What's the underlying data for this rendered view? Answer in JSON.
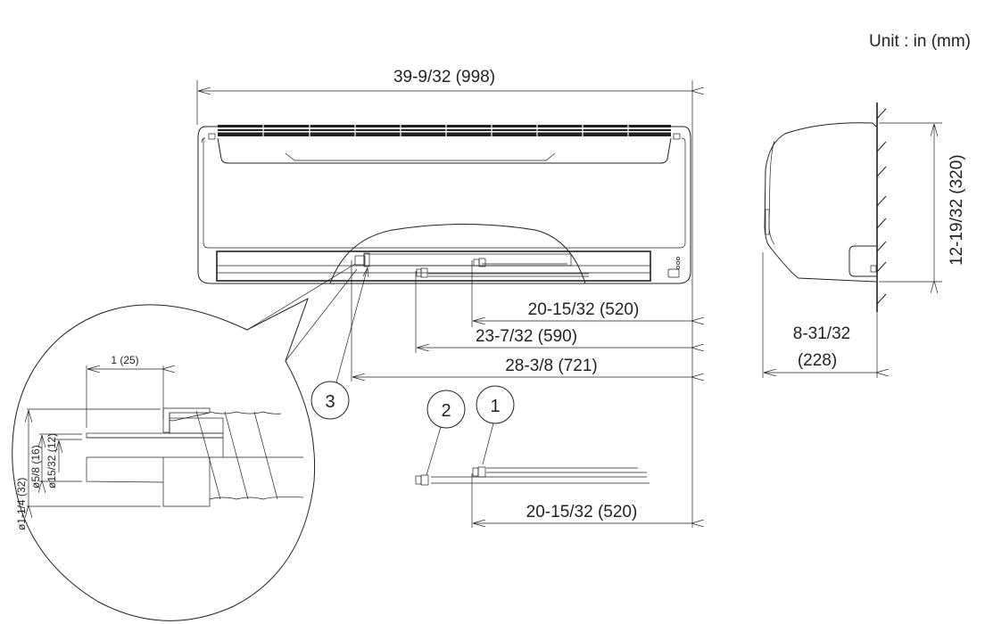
{
  "unit_label": "Unit : in (mm)",
  "front_view": {
    "overall_width": "39-9/32 (998)",
    "pipe_dims": [
      "20-15/32 (520)",
      "23-7/32 (590)",
      "28-3/8 (721)"
    ]
  },
  "side_view": {
    "height": "12-19/32 (320)",
    "depth_line1": "8-31/32",
    "depth_line2": "(228)"
  },
  "detail_view": {
    "length": "1 (25)",
    "dia_outer": "ø1-1/4 (32)",
    "dia_mid": "ø5/8 (16)",
    "dia_inner": "ø15/32 (12)"
  },
  "callouts": {
    "c1": "1",
    "c2": "2",
    "c3": "3"
  },
  "bottom_pipe_dim": "20-15/32 (520)",
  "colors": {
    "line": "#231f20",
    "background": "#ffffff"
  }
}
